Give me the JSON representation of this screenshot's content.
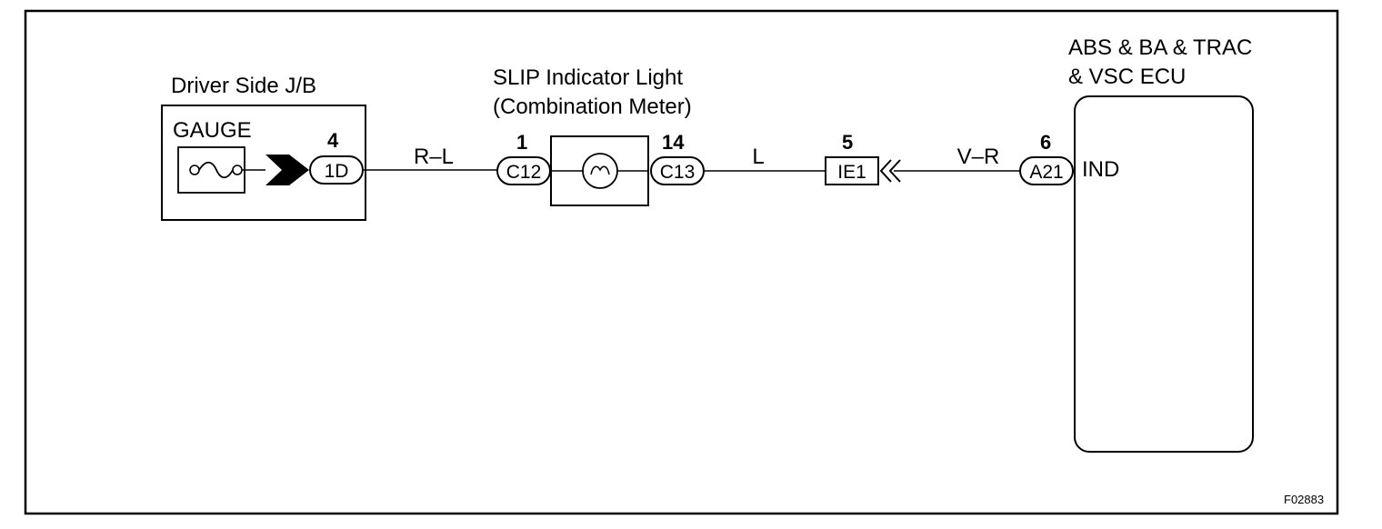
{
  "components": {
    "jb": {
      "title": "Driver Side J/B",
      "fuse_label": "GAUGE"
    },
    "meter": {
      "title_line1": "SLIP Indicator Light",
      "title_line2": "(Combination Meter)"
    },
    "ecu": {
      "title_line1": "ABS & BA & TRAC",
      "title_line2": "& VSC ECU",
      "terminal_label": "IND"
    }
  },
  "connectors": {
    "jb_out": {
      "code": "1D",
      "pin": "4"
    },
    "meter_in": {
      "code": "C12",
      "pin": "1"
    },
    "meter_out": {
      "code": "C13",
      "pin": "14"
    },
    "junction": {
      "code": "IE1",
      "pin": "5"
    },
    "ecu_in": {
      "code": "A21",
      "pin": "6"
    }
  },
  "wires": {
    "w1": "R–L",
    "w2": "L",
    "w3": "V–R"
  },
  "figure_id": "F02883",
  "colors": {
    "ink": "#000000",
    "background": "#ffffff"
  }
}
